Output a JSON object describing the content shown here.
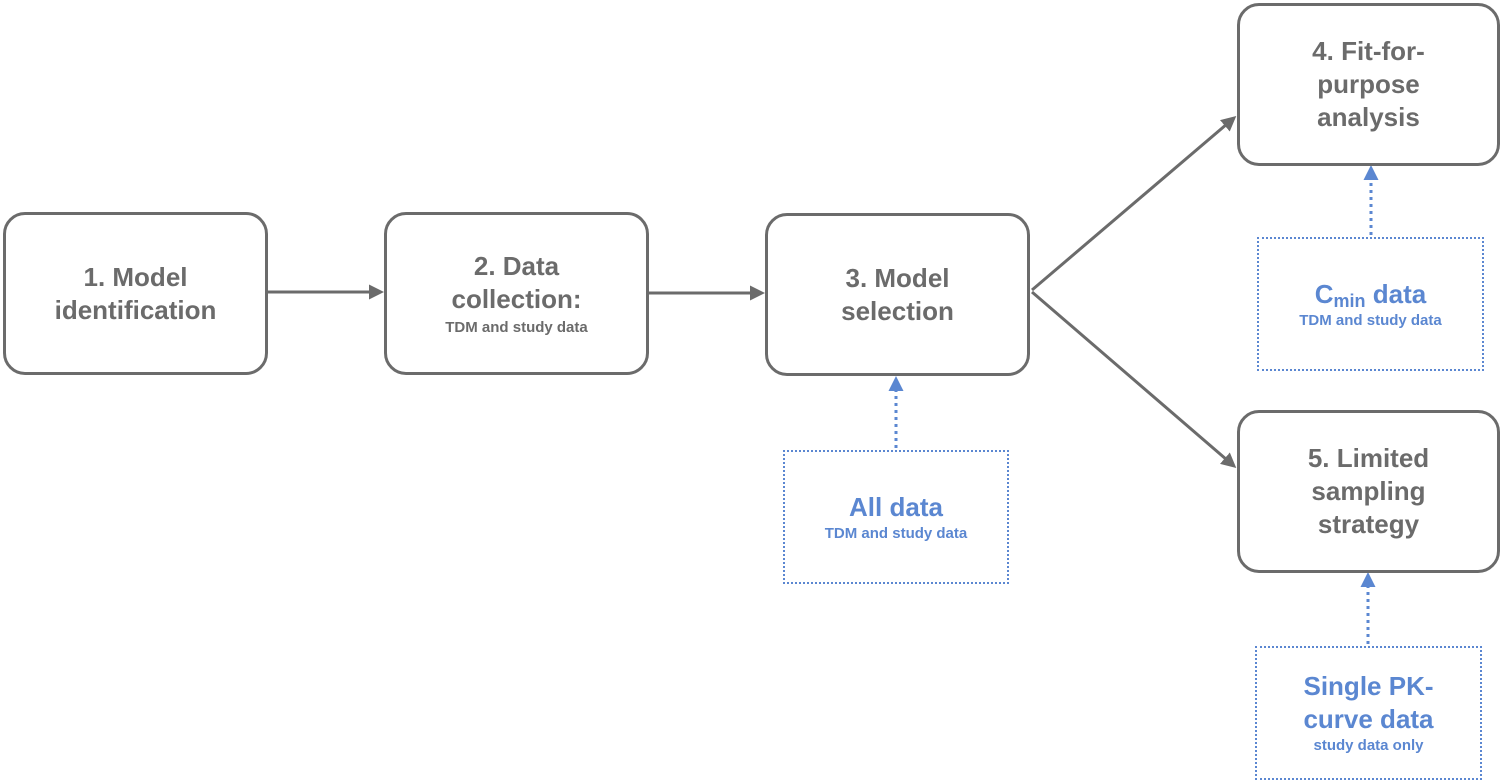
{
  "nodes": {
    "step1": {
      "line1": "1. Model",
      "line2": "identification"
    },
    "step2": {
      "line1": "2. Data",
      "line2": "collection:",
      "sub": "TDM and study data"
    },
    "step3": {
      "line1": "3. Model",
      "line2": "selection"
    },
    "step4": {
      "line1": "4. Fit-for-",
      "line2": "purpose",
      "line3": "analysis"
    },
    "step5": {
      "line1": "5. Limited",
      "line2": "sampling",
      "line3": "strategy"
    }
  },
  "data_sources": {
    "all_data": {
      "title": "All data",
      "sub": "TDM and study data"
    },
    "cmin_data": {
      "title_main": "C",
      "title_subscript": "min",
      "title_rest": " data",
      "sub": "TDM and study data"
    },
    "single_pk": {
      "line1": "Single PK-",
      "line2": "curve data",
      "sub": "study data only"
    }
  },
  "colors": {
    "node_border": "#6b6b6b",
    "node_text": "#6b6b6b",
    "data_accent": "#5b87d1"
  }
}
